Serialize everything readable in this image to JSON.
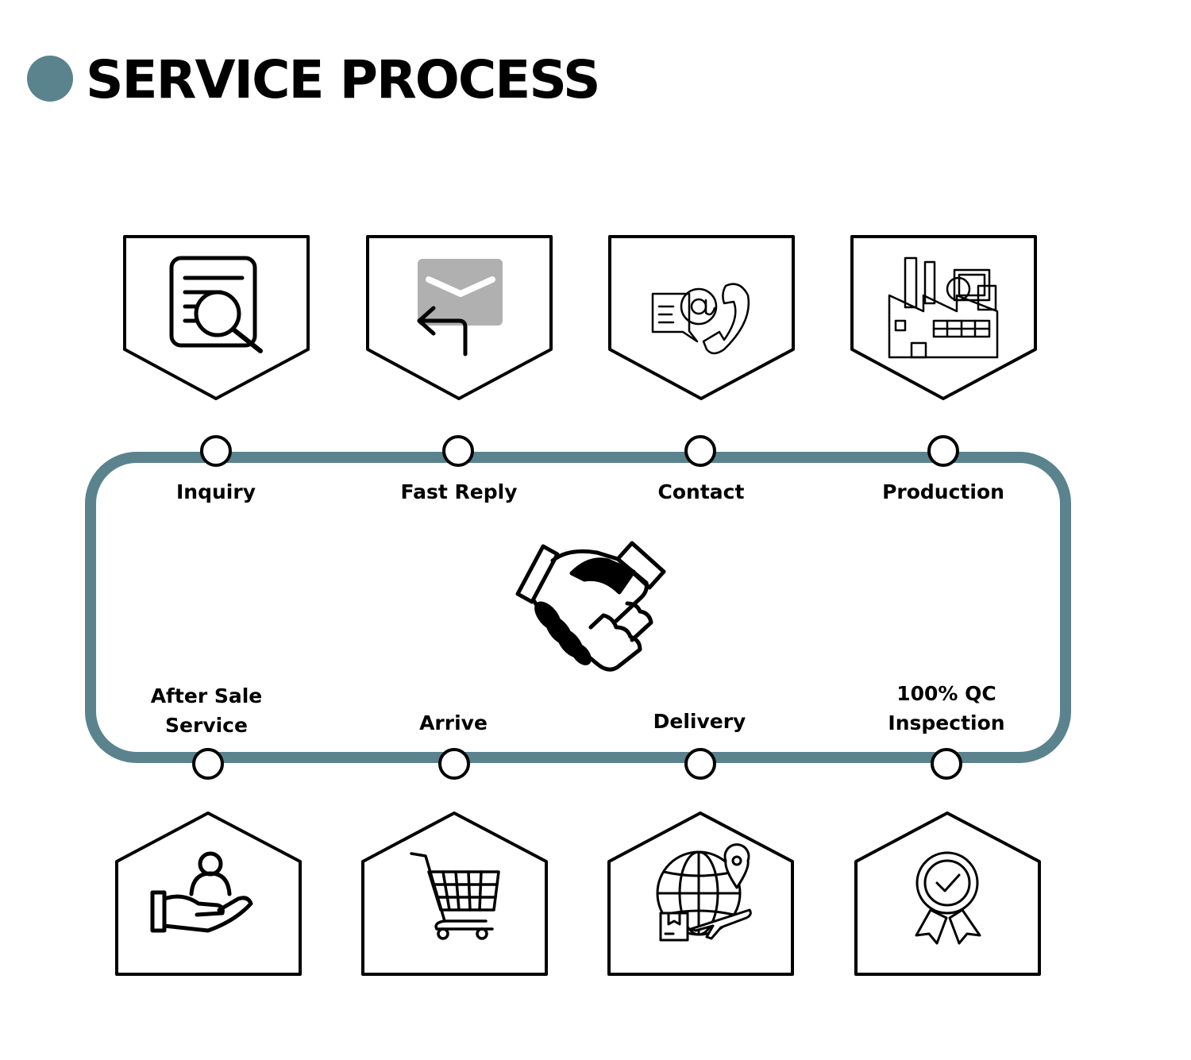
{
  "title": "SERVICE PROCESS",
  "colors": {
    "accent": "#5a838e",
    "stroke": "#000000",
    "background": "#ffffff"
  },
  "center_icon": "handshake-icon",
  "steps_top": [
    {
      "label": "Inquiry",
      "icon": "document-search-icon"
    },
    {
      "label": "Fast Reply",
      "icon": "email-reply-icon"
    },
    {
      "label": "Contact",
      "icon": "contact-email-phone-icon"
    },
    {
      "label": "Production",
      "icon": "factory-icon"
    }
  ],
  "steps_bottom": [
    {
      "label_line1": "After Sale",
      "label_line2": "Service",
      "icon": "hand-person-icon"
    },
    {
      "label_line1": "",
      "label_line2": "Arrive",
      "icon": "shopping-cart-icon"
    },
    {
      "label_line1": "",
      "label_line2": "Delivery",
      "icon": "global-delivery-icon"
    },
    {
      "label_line1": "100% QC",
      "label_line2": "Inspection",
      "icon": "quality-badge-icon"
    }
  ]
}
